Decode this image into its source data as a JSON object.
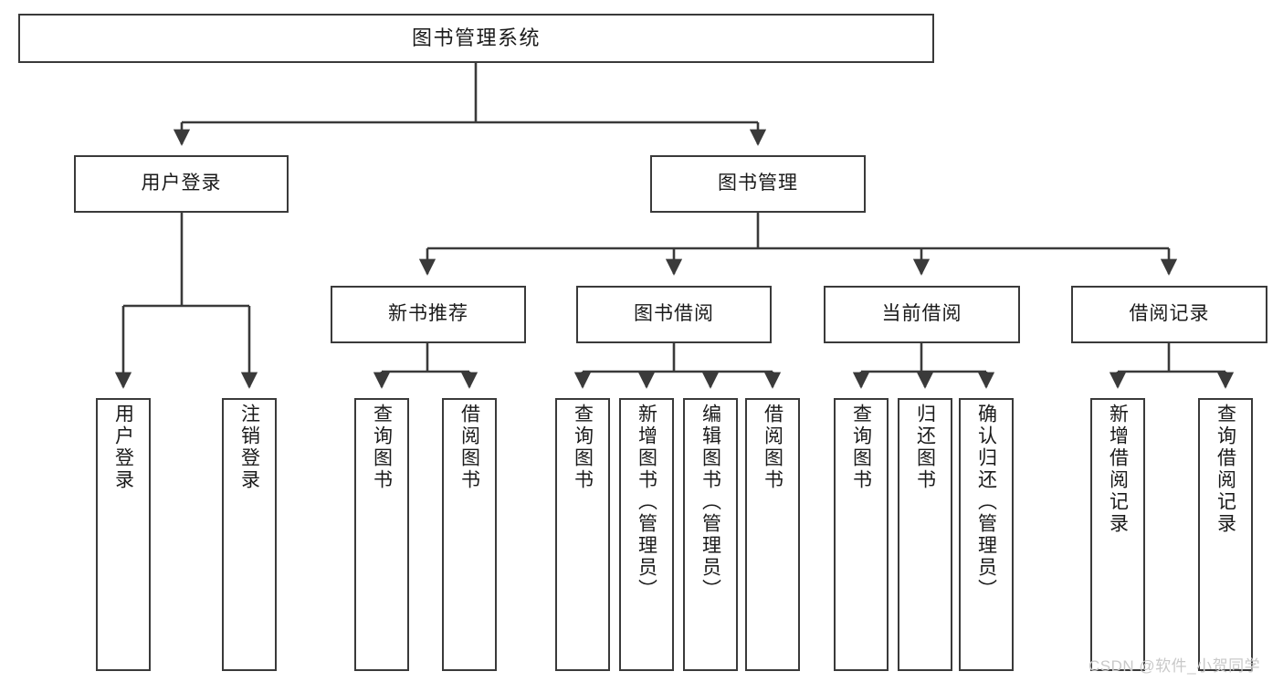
{
  "diagram": {
    "title": "图书管理系统",
    "type": "tree-hierarchy-chart",
    "orientation": "top-down",
    "colors": {
      "node_border": "#3a3a3a",
      "node_fill": "#ffffff",
      "edge": "#3a3a3a",
      "text": "#1a1a1a",
      "watermark": "#c9c9c9",
      "background": "#ffffff"
    }
  },
  "nodes": {
    "root": {
      "label": "图书管理系统"
    },
    "level2": [
      {
        "label": "用户登录"
      },
      {
        "label": "图书管理"
      }
    ],
    "level3": [
      {
        "label": "新书推荐"
      },
      {
        "label": "图书借阅"
      },
      {
        "label": "当前借阅"
      },
      {
        "label": "借阅记录"
      }
    ],
    "leaves": {
      "user_login": [
        {
          "label": "用户登录"
        },
        {
          "label": "注销登录"
        }
      ],
      "new_book_recommend": [
        {
          "label": "查询图书"
        },
        {
          "label": "借阅图书"
        }
      ],
      "book_borrow": [
        {
          "label": "查询图书"
        },
        {
          "label": "新增图书（管理员）"
        },
        {
          "label": "编辑图书（管理员）"
        },
        {
          "label": "借阅图书"
        }
      ],
      "current_borrow": [
        {
          "label": "查询图书"
        },
        {
          "label": "归还图书"
        },
        {
          "label": "确认归还（管理员）"
        }
      ],
      "borrow_record": [
        {
          "label": "新增借阅记录"
        },
        {
          "label": "查询借阅记录"
        }
      ]
    }
  },
  "watermark": {
    "text": "CSDN @软件_小贺同学"
  }
}
